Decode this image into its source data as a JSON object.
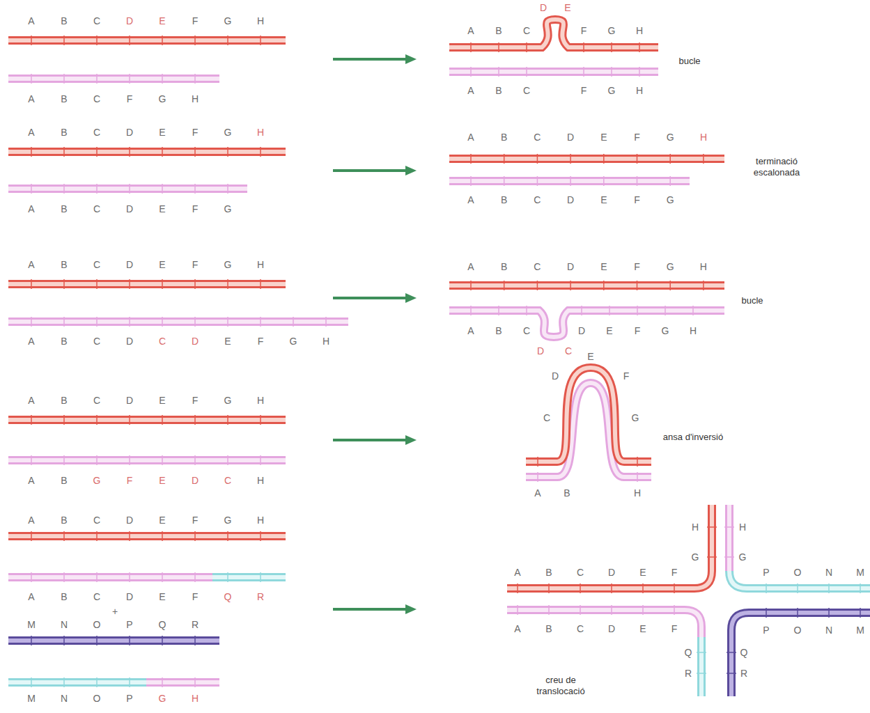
{
  "diagram": {
    "labels": [
      "A",
      "B",
      "C",
      "D",
      "E",
      "F",
      "G",
      "H",
      "A",
      "B",
      "C",
      "F",
      "G",
      "H",
      "D",
      "E",
      "A",
      "B",
      "C",
      "F",
      "G",
      "H",
      "A",
      "B",
      "C",
      "F",
      "G",
      "H",
      "bucle",
      "A",
      "B",
      "C",
      "D",
      "E",
      "F",
      "G",
      "H",
      "A",
      "B",
      "C",
      "D",
      "E",
      "F",
      "G",
      "A",
      "B",
      "C",
      "D",
      "E",
      "F",
      "G",
      "H",
      "terminació escalonada",
      "A",
      "B",
      "C",
      "D",
      "E",
      "F",
      "G",
      "A",
      "B",
      "C",
      "D",
      "E",
      "F",
      "G",
      "H",
      "A",
      "B",
      "C",
      "D",
      "C",
      "D",
      "E",
      "F",
      "G",
      "H",
      "A",
      "B",
      "C",
      "D",
      "E",
      "F",
      "G",
      "H",
      "A",
      "B",
      "C",
      "D",
      "E",
      "F",
      "G",
      "H",
      "D",
      "C",
      "bucle",
      "A",
      "B",
      "C",
      "D",
      "E",
      "F",
      "G",
      "H",
      "A",
      "B",
      "G",
      "F",
      "E",
      "D",
      "C",
      "H",
      "C",
      "D",
      "E",
      "F",
      "G",
      "A",
      "B",
      "H",
      "ansa d'inversió",
      "A",
      "B",
      "C",
      "D",
      "E",
      "F",
      "G",
      "H",
      "A",
      "B",
      "C",
      "D",
      "E",
      "F",
      "Q",
      "R",
      "+",
      "M",
      "N",
      "O",
      "P",
      "Q",
      "R",
      "M",
      "N",
      "O",
      "P",
      "G",
      "H",
      "H",
      "H",
      "G",
      "G",
      "P",
      "O",
      "N",
      "M",
      "A",
      "B",
      "C",
      "D",
      "E",
      "F",
      "A",
      "B",
      "C",
      "D",
      "E",
      "F",
      "P",
      "O",
      "N",
      "M",
      "Q",
      "Q",
      "R",
      "R",
      "creu de translocació"
    ]
  }
}
